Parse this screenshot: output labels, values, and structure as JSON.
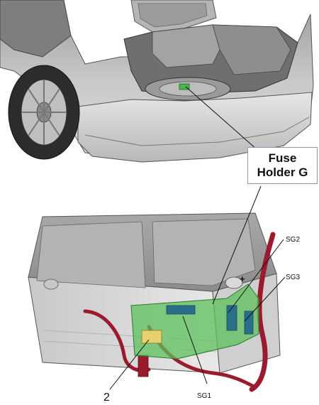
{
  "figure": {
    "callout": {
      "line1": "Fuse",
      "line2": "Holder G"
    },
    "labels": {
      "sg2": "SG2",
      "sg3": "SG3",
      "sg1": "SG1",
      "item2": "2",
      "plus": "+"
    }
  }
}
